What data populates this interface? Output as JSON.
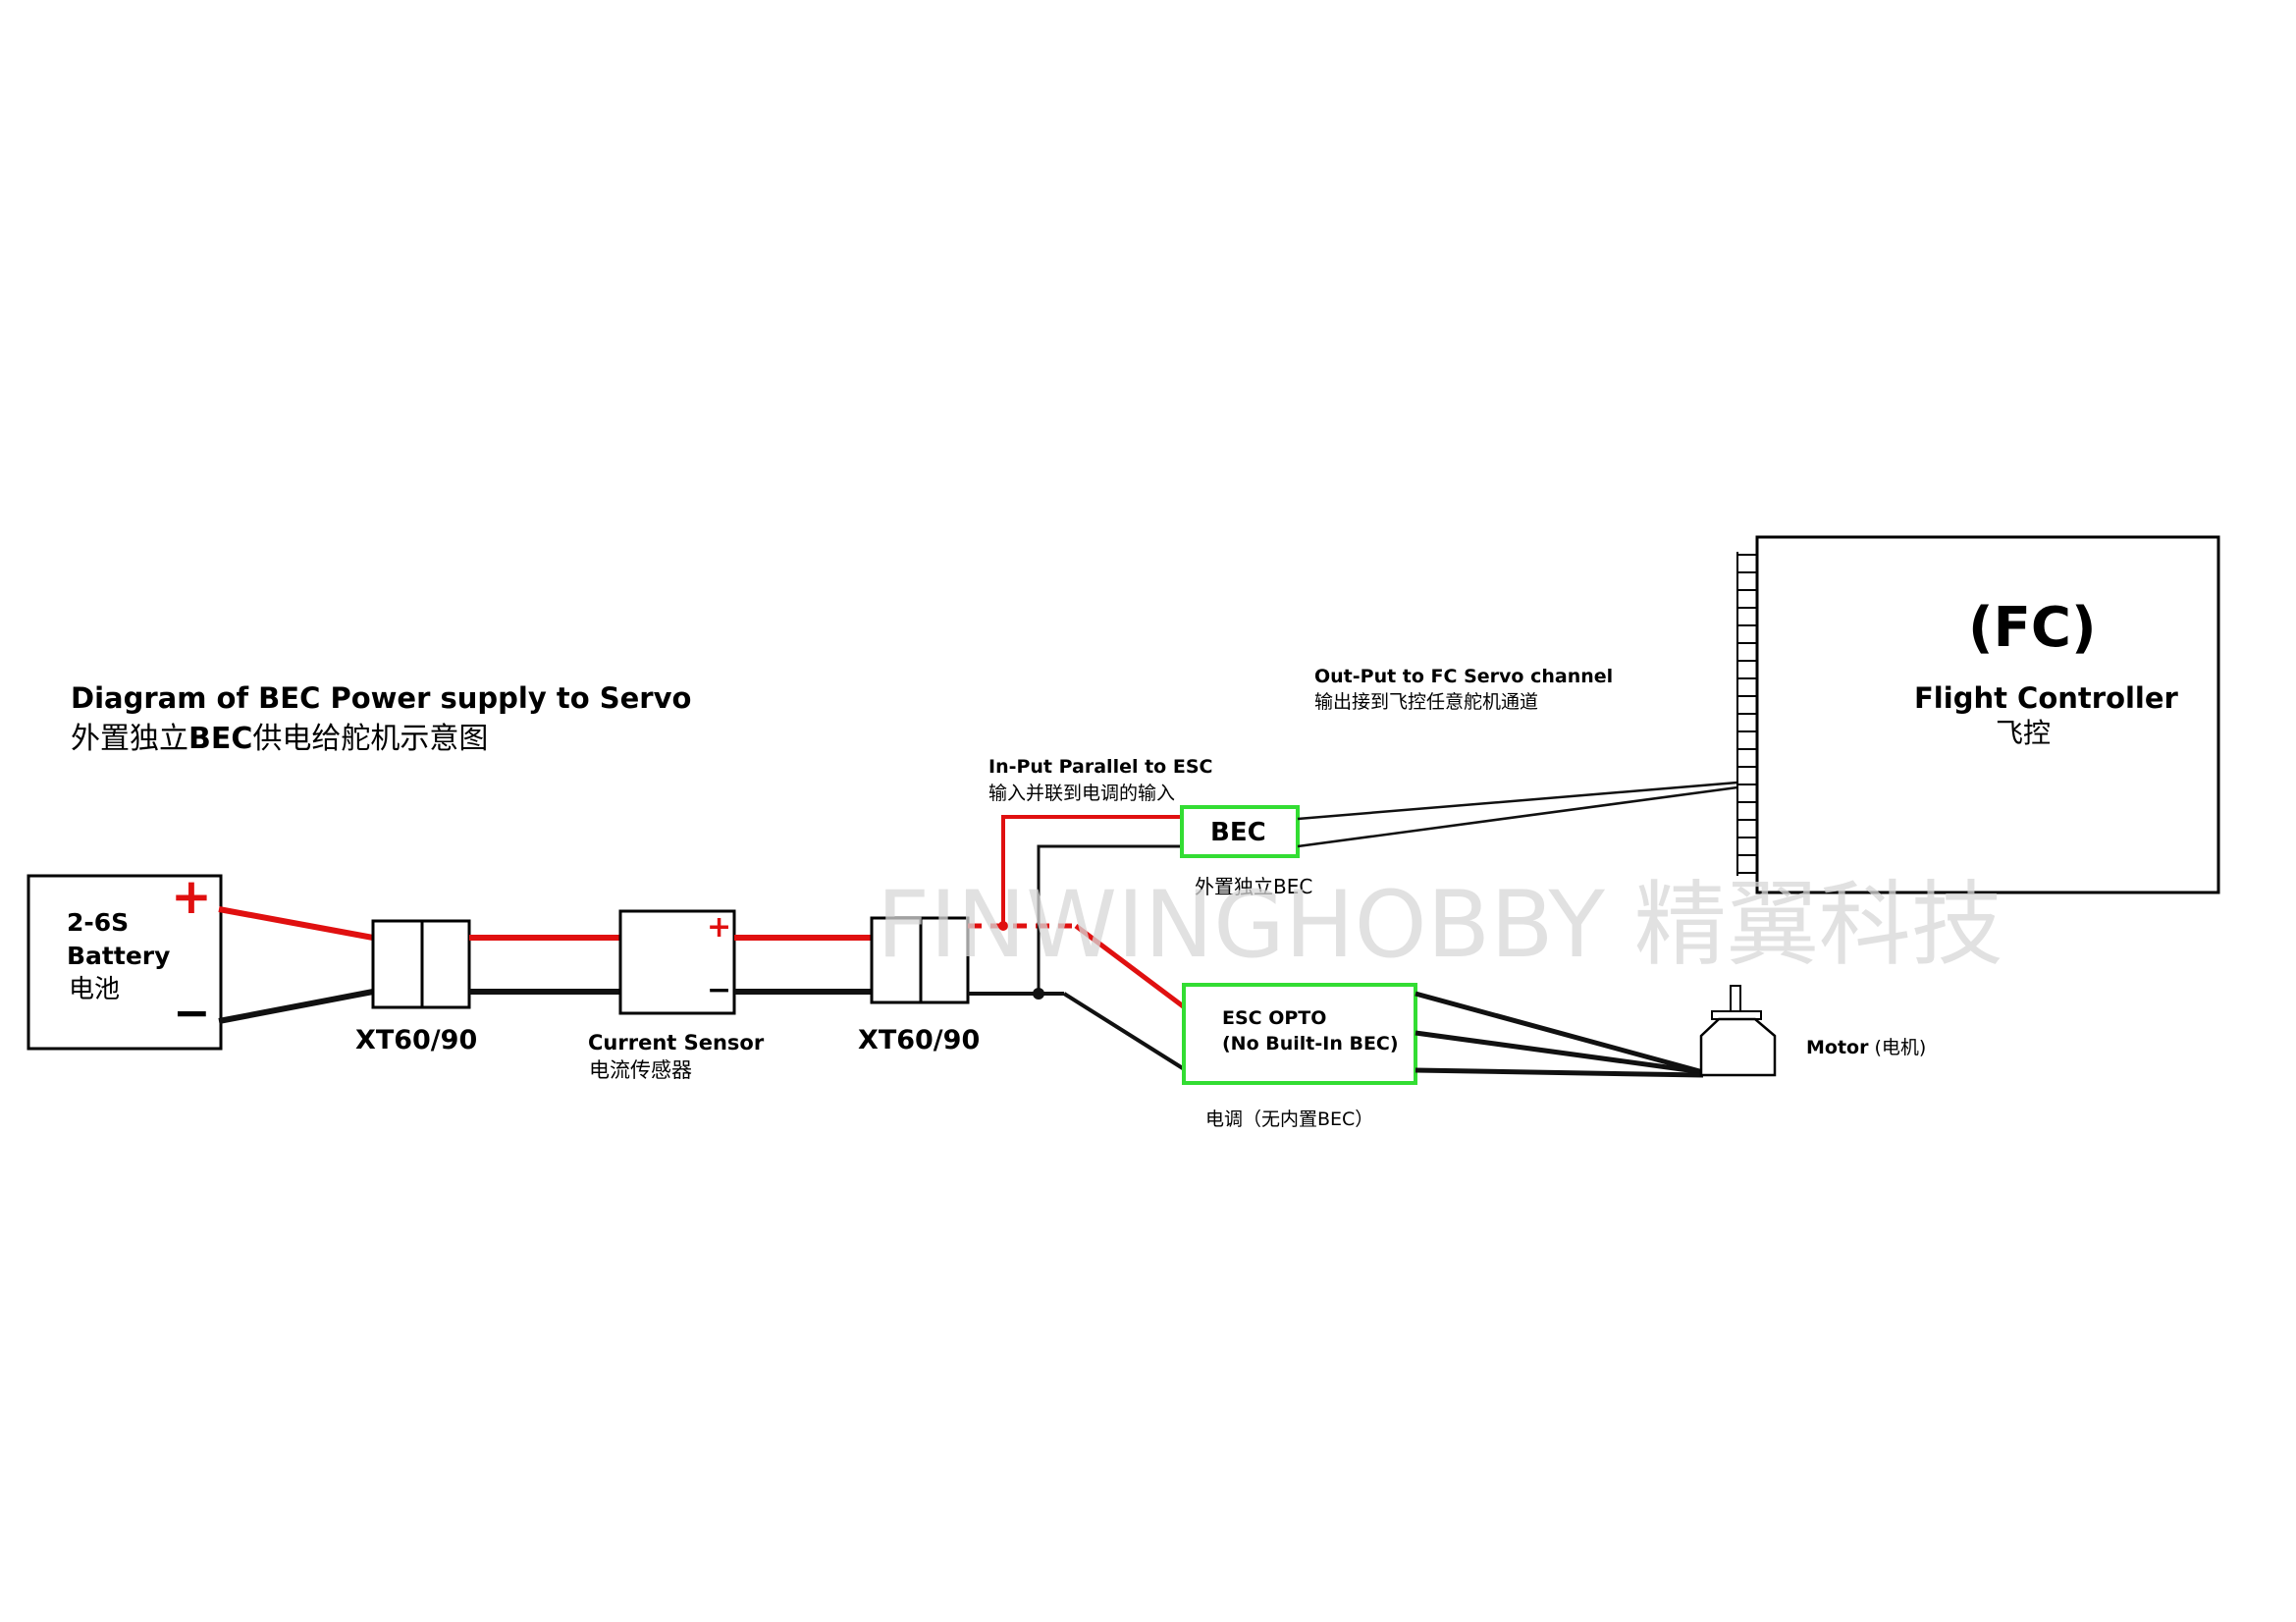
{
  "title": {
    "en": "Diagram of BEC Power supply to Servo",
    "zh_pre": "外置独立",
    "zh_bec": "BEC",
    "zh_post": "供电给舵机示意图"
  },
  "battery": {
    "line1": "2-6S",
    "line2": "Battery",
    "line3": "电池",
    "plus": "+",
    "minus": "−"
  },
  "connector_left": {
    "label": "XT60/90"
  },
  "current_sensor": {
    "label_en": "Current Sensor",
    "label_zh": "电流传感器",
    "plus": "+",
    "minus": "−"
  },
  "connector_right": {
    "label": "XT60/90"
  },
  "input_note": {
    "en": "In-Put Parallel to ESC",
    "zh": "输入并联到电调的输入"
  },
  "bec": {
    "label": "BEC",
    "caption": "外置独立BEC"
  },
  "output_note": {
    "en": "Out-Put to FC Servo channel",
    "zh": "输出接到飞控任意舵机通道"
  },
  "esc": {
    "line1": "ESC OPTO",
    "line2": "(No Built-In BEC)",
    "caption": "电调（无内置BEC）"
  },
  "motor": {
    "en": "Motor",
    "zh": "(电机)"
  },
  "fc": {
    "abbr": "(FC)",
    "name": "Flight Controller",
    "zh": "飞控"
  },
  "watermark": "FINWINGHOBBY 精翼科技",
  "colors": {
    "positive_wire": "#e01010",
    "negative_wire": "#000000",
    "module_border": "#33dd33",
    "watermark": "#d7d7d7"
  }
}
